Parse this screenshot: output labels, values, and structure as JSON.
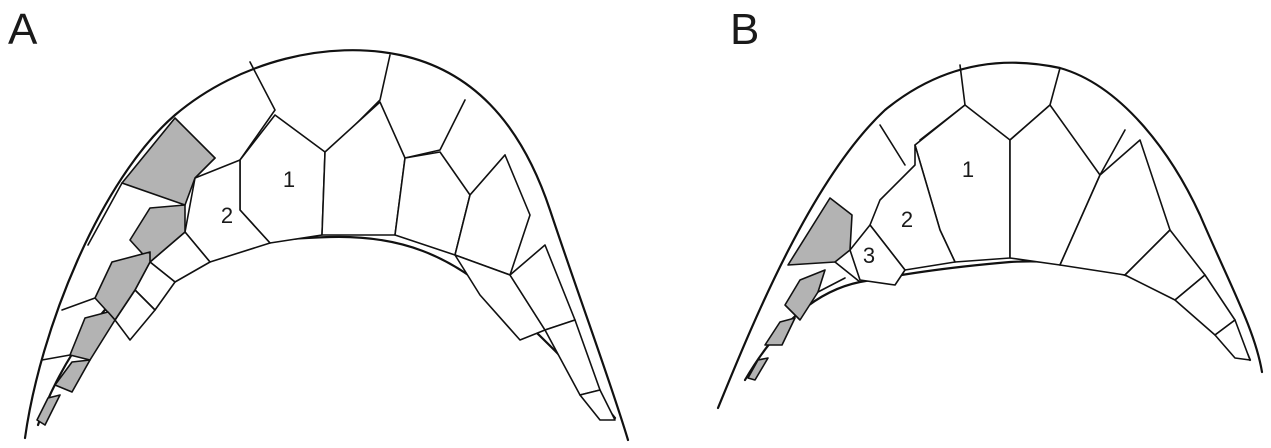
{
  "panels": [
    {
      "letter": "A",
      "labels": [
        "1",
        "2"
      ]
    },
    {
      "letter": "B",
      "labels": [
        "1",
        "2",
        "3"
      ]
    }
  ],
  "colors": {
    "shading": "#b3b3b3",
    "line": "#111111",
    "background": "#ffffff"
  }
}
